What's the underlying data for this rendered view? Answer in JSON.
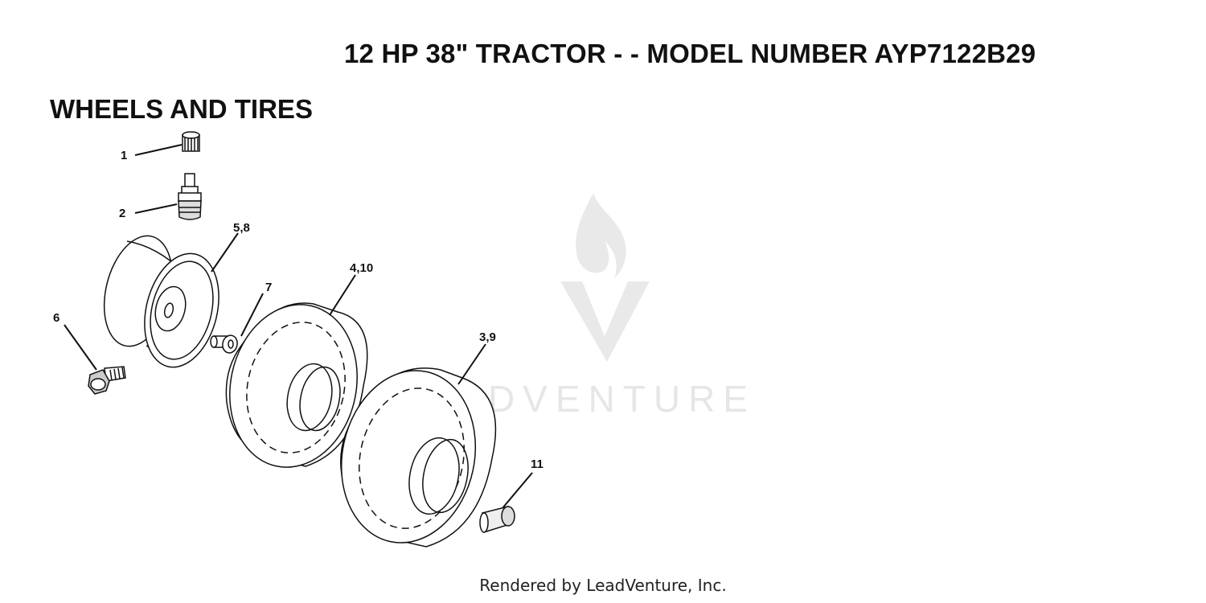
{
  "header": {
    "title": "12 HP 38\" TRACTOR - - MODEL NUMBER AYP7122B29",
    "section": "WHEELS AND TIRES"
  },
  "callouts": {
    "c1": "1",
    "c2": "2",
    "c58": "5,8",
    "c7": "7",
    "c6": "6",
    "c410": "4,10",
    "c39": "3,9",
    "c11": "11"
  },
  "parts": [
    {
      "ref": "1",
      "icon": "valve-cap-icon"
    },
    {
      "ref": "2",
      "icon": "valve-stem-icon"
    },
    {
      "ref": "5,8",
      "icon": "wheel-rim-icon"
    },
    {
      "ref": "6",
      "icon": "bolt-icon"
    },
    {
      "ref": "7",
      "icon": "bushing-icon"
    },
    {
      "ref": "4,10",
      "icon": "tire-icon"
    },
    {
      "ref": "3,9",
      "icon": "tire-icon"
    },
    {
      "ref": "11",
      "icon": "hub-cap-icon"
    }
  ],
  "watermark": {
    "text": "LEADVENTURE",
    "color": "#e6e6e6"
  },
  "footer": {
    "text": "Rendered by LeadVenture, Inc."
  }
}
